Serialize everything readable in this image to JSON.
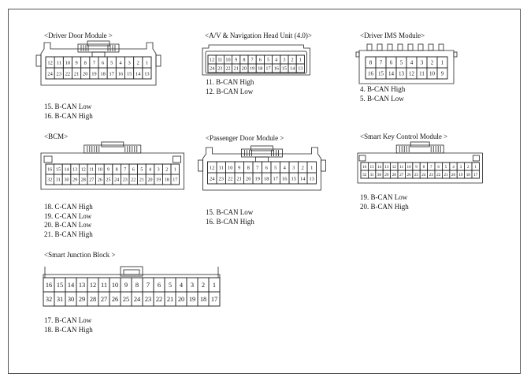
{
  "modules": {
    "driver_door": {
      "title": "<Driver Door Module  >",
      "rows": [
        [
          "12",
          "11",
          "10",
          "9",
          "8",
          "7",
          "6",
          "5",
          "4",
          "3",
          "2",
          "1"
        ],
        [
          "24",
          "23",
          "22",
          "21",
          "20",
          "19",
          "18",
          "17",
          "16",
          "15",
          "14",
          "13"
        ]
      ],
      "pins": [
        "15. B-CAN Low",
        "16. B-CAN High"
      ]
    },
    "av_nav": {
      "title": "<A/V & Navigation Head Unit (4.0)>",
      "rows": [
        [
          "12",
          "11",
          "10",
          "9",
          "8",
          "7",
          "6",
          "5",
          "4",
          "3",
          "2",
          "1"
        ],
        [
          "24",
          "23",
          "22",
          "21",
          "20",
          "19",
          "18",
          "17",
          "16",
          "15",
          "14",
          "13"
        ]
      ],
      "pins": [
        "11. B-CAN High",
        "12. B-CAN Low"
      ]
    },
    "driver_ims": {
      "title": "<Driver IMS Module>",
      "rows": [
        [
          "8",
          "7",
          "6",
          "5",
          "4",
          "3",
          "2",
          "1"
        ],
        [
          "16",
          "15",
          "14",
          "13",
          "12",
          "11",
          "10",
          "9"
        ]
      ],
      "pins": [
        "4. B-CAN High",
        "5. B-CAN Low"
      ]
    },
    "bcm": {
      "title": "<BCM>",
      "rows": [
        [
          "16",
          "15",
          "14",
          "13",
          "12",
          "11",
          "10",
          "9",
          "8",
          "7",
          "6",
          "5",
          "4",
          "3",
          "2",
          "1"
        ],
        [
          "32",
          "31",
          "30",
          "29",
          "28",
          "27",
          "26",
          "25",
          "24",
          "23",
          "22",
          "21",
          "20",
          "19",
          "18",
          "17"
        ]
      ],
      "pins": [
        "18. C-CAN High",
        "19. C-CAN Low",
        "20. B-CAN Low",
        "21. B-CAN High"
      ]
    },
    "passenger_door": {
      "title": "<Passenger Door Module     >",
      "rows": [
        [
          "12",
          "11",
          "10",
          "9",
          "8",
          "7",
          "6",
          "5",
          "4",
          "3",
          "2",
          "1"
        ],
        [
          "24",
          "23",
          "22",
          "21",
          "20",
          "19",
          "18",
          "17",
          "16",
          "15",
          "14",
          "13"
        ]
      ],
      "pins": [
        "15. B-CAN Low",
        "16. B-CAN High"
      ]
    },
    "smart_key": {
      "title": "<Smart Key Control Module    >",
      "rows": [
        [
          "16",
          "15",
          "14",
          "13",
          "12",
          "11",
          "10",
          "9",
          "8",
          "7",
          "6",
          "5",
          "4",
          "3",
          "2",
          "1"
        ],
        [
          "32",
          "31",
          "30",
          "29",
          "28",
          "27",
          "26",
          "25",
          "24",
          "23",
          "22",
          "21",
          "20",
          "19",
          "18",
          "17"
        ]
      ],
      "pins": [
        "19. B-CAN Low",
        "20. B-CAN High"
      ]
    },
    "smart_junction": {
      "title": "<Smart Junction Block    >",
      "rows": [
        [
          "16",
          "15",
          "14",
          "13",
          "12",
          "11",
          "10",
          "9",
          "8",
          "7",
          "6",
          "5",
          "4",
          "3",
          "2",
          "1"
        ],
        [
          "32",
          "31",
          "30",
          "29",
          "28",
          "27",
          "26",
          "25",
          "24",
          "23",
          "22",
          "21",
          "20",
          "19",
          "18",
          "17"
        ]
      ],
      "pins": [
        "17. B-CAN Low",
        "18. B-CAN High"
      ]
    }
  }
}
